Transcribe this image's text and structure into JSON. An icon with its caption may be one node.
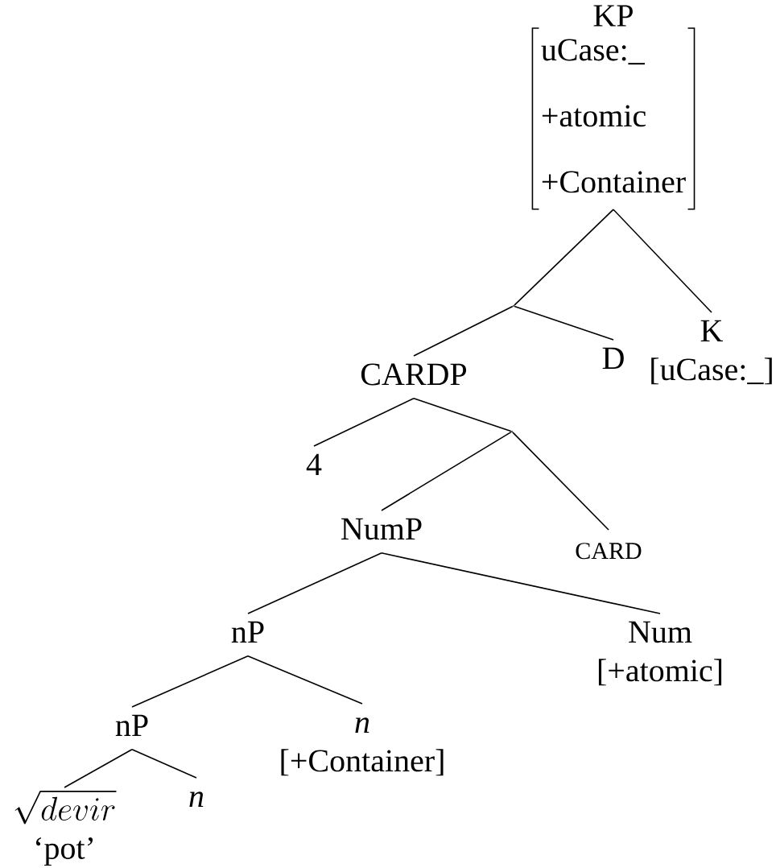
{
  "diagram": {
    "nodes": [
      {
        "text": [
          "KP",
          "uCase:_",
          "+atomic",
          "+Container"
        ]
      },
      {
        "text": [],
        "shape": "point"
      },
      {
        "text": [
          "K",
          "[uCase:_]"
        ]
      },
      {
        "text": [
          "CARDP"
        ]
      },
      {
        "text": [
          "D"
        ]
      },
      {
        "text": [
          "4"
        ]
      },
      {
        "text": [],
        "shape": "point"
      },
      {
        "text": [
          "NumP"
        ]
      },
      {
        "text": [
          "CARD"
        ]
      },
      {
        "text": [
          "nP"
        ]
      },
      {
        "text": [
          "Num",
          "[+atomic]"
        ]
      },
      {
        "text": [
          "nP"
        ]
      },
      {
        "text": [
          "n",
          "[+Container]"
        ]
      },
      {
        "text": [
          "\\sqrt{devir}",
          "‘pot’"
        ]
      },
      {
        "text": [
          "n"
        ]
      }
    ],
    "edges": [
      {
        "from": 0,
        "to": 1,
        "arrow": "none"
      },
      {
        "from": 0,
        "to": 2,
        "arrow": "none"
      },
      {
        "from": 1,
        "to": 3,
        "arrow": "none"
      },
      {
        "from": 1,
        "to": 4,
        "arrow": "none"
      },
      {
        "from": 3,
        "to": 5,
        "arrow": "none"
      },
      {
        "from": 3,
        "to": 6,
        "arrow": "none"
      },
      {
        "from": 6,
        "to": 7,
        "arrow": "none"
      },
      {
        "from": 6,
        "to": 8,
        "arrow": "none"
      },
      {
        "from": 7,
        "to": 9,
        "arrow": "none"
      },
      {
        "from": 7,
        "to": 10,
        "arrow": "none"
      },
      {
        "from": 9,
        "to": 11,
        "arrow": "none"
      },
      {
        "from": 9,
        "to": 12,
        "arrow": "none"
      },
      {
        "from": 11,
        "to": 13,
        "arrow": "none"
      },
      {
        "from": 11,
        "to": 14,
        "arrow": "none"
      }
    ]
  }
}
